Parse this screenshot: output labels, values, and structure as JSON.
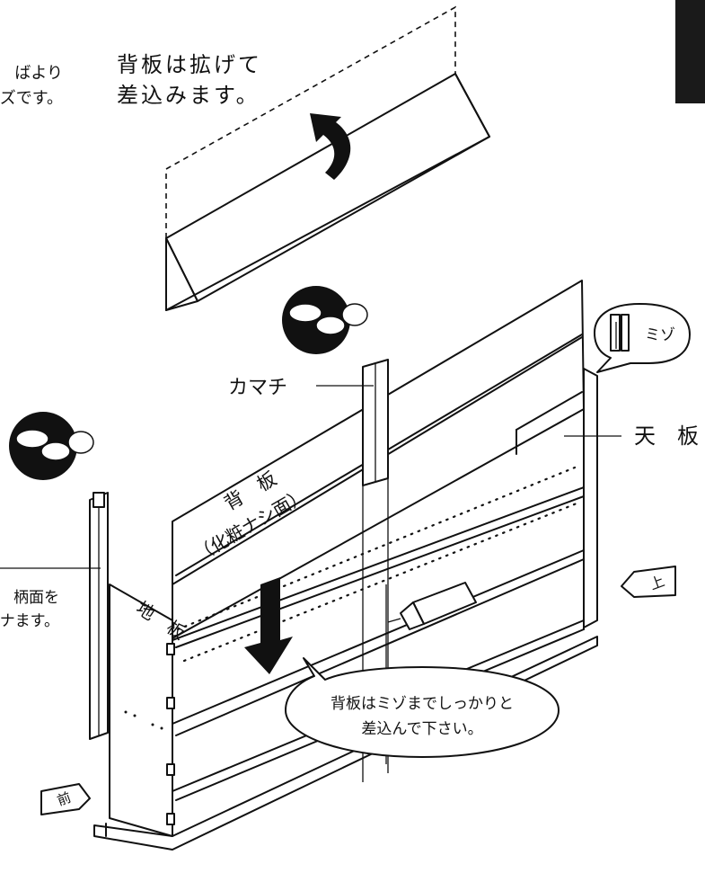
{
  "instructions": {
    "top_left_line1": "ばより",
    "top_left_line2": "ズです。",
    "top_center_line1": "背板は拡げて",
    "top_center_line2": "差込みます。",
    "left_mid_line1": "柄面を",
    "left_mid_line2": "ナます。"
  },
  "labels": {
    "kamachi": "カマチ",
    "tenban": "天　板",
    "jiban": "地　板",
    "seban_line1": "背　板",
    "seban_line2": "（化粧ナシ面）",
    "mizo": "ミゾ",
    "ue": "上",
    "mae": "前"
  },
  "callout": {
    "line1": "背板はミゾまでしっかりと",
    "line2": "差込んで下さい。"
  },
  "colors": {
    "ink": "#111111",
    "paper": "#ffffff",
    "tab_black": "#1a1a1a"
  },
  "icons": {
    "handshake_1": "two-person-handshake-icon",
    "handshake_2": "two-person-handshake-icon"
  }
}
